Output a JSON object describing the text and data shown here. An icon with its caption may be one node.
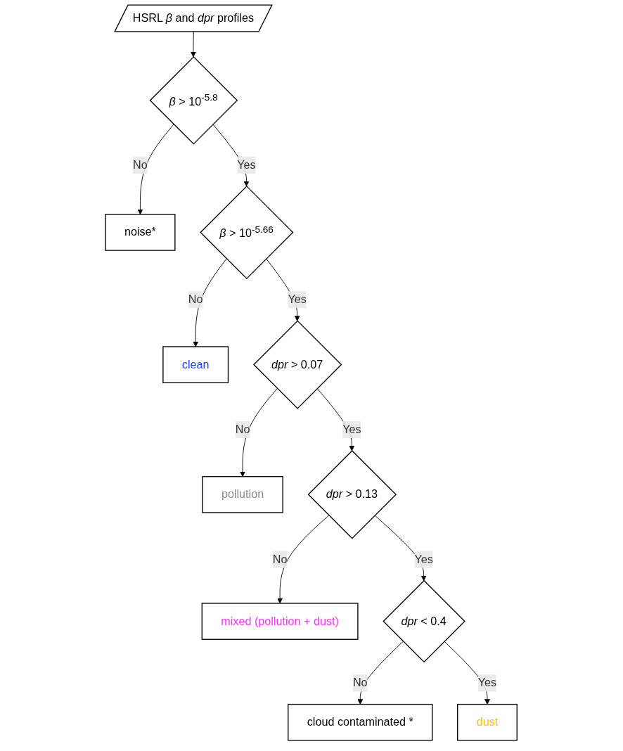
{
  "diagram": {
    "nodes": [
      {
        "text": [
          "HSRL *β* and *dpr* profiles"
        ]
      },
      {
        "text": [
          "*β* > 10$^{-5.8}$"
        ]
      },
      {
        "text": [
          "noise*"
        ]
      },
      {
        "text": [
          "*β* > 10$^{-5.66}$"
        ]
      },
      {
        "text": [
          "clean"
        ]
      },
      {
        "text": [
          "*dpr* > 0.07"
        ]
      },
      {
        "text": [
          "pollution"
        ]
      },
      {
        "text": [
          "*dpr* > 0.13"
        ]
      },
      {
        "text": [
          "mixed (pollution + dust)"
        ]
      },
      {
        "text": [
          "*dpr* < 0.4"
        ]
      },
      {
        "text": [
          "cloud contaminated *"
        ]
      },
      {
        "text": [
          "dust"
        ]
      }
    ],
    "edges": [
      {
        "from": 0,
        "to": 1,
        "arrow": "to"
      },
      {
        "from": 1,
        "to": 2,
        "arrow": "to",
        "label": "No"
      },
      {
        "from": 1,
        "to": 3,
        "arrow": "to",
        "label": "Yes"
      },
      {
        "from": 3,
        "to": 4,
        "arrow": "to",
        "label": "No"
      },
      {
        "from": 3,
        "to": 5,
        "arrow": "to",
        "label": "Yes"
      },
      {
        "from": 5,
        "to": 6,
        "arrow": "to",
        "label": "No"
      },
      {
        "from": 5,
        "to": 7,
        "arrow": "to",
        "label": "Yes"
      },
      {
        "from": 7,
        "to": 8,
        "arrow": "to",
        "label": "No"
      },
      {
        "from": 7,
        "to": 9,
        "arrow": "to",
        "label": "Yes"
      },
      {
        "from": 9,
        "to": 10,
        "arrow": "to",
        "label": "No"
      },
      {
        "from": 9,
        "to": 11,
        "arrow": "to",
        "label": "Yes"
      }
    ]
  }
}
